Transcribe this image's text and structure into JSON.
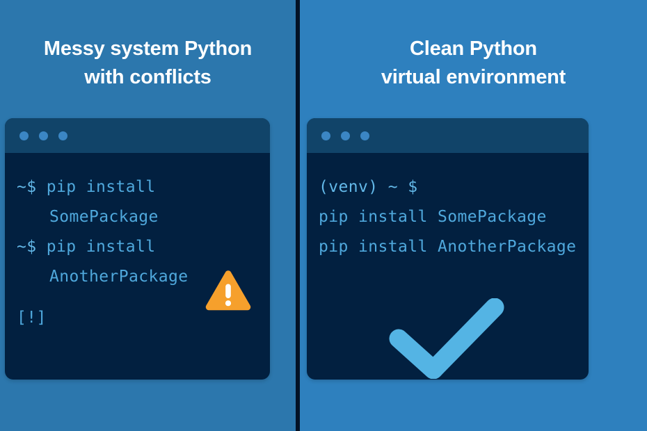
{
  "colors": {
    "panel_left_bg": "#2C77AD",
    "panel_right_bg": "#2E80BE",
    "divider": "#041226",
    "terminal_bg": "#022040",
    "terminal_titlebar": "#114469",
    "terminal_dot": "#3B86C4",
    "terminal_text": "#4FA8DC",
    "terminal_prompt": "#63B8E8",
    "warning_orange": "#F6A02C",
    "check_blue": "#54B4E4",
    "title_text": "#FFFFFF"
  },
  "left_panel": {
    "title_line1": "Messy system Python",
    "title_line2": "with conflicts",
    "terminal": {
      "dots": [
        "dot-red",
        "dot-yellow",
        "dot-green"
      ],
      "lines": [
        {
          "prompt": "~$ ",
          "command": "pip install",
          "indent": false,
          "gap": false
        },
        {
          "prompt": "",
          "command": "SomePackage",
          "indent": true,
          "gap": false
        },
        {
          "prompt": "~$ ",
          "command": "pip install",
          "indent": false,
          "gap": false
        },
        {
          "prompt": "",
          "command": "AnotherPackage",
          "indent": true,
          "gap": false
        },
        {
          "prompt": "",
          "command": "[!]",
          "indent": false,
          "gap": true
        }
      ]
    },
    "status_icon": "warning-triangle-icon"
  },
  "right_panel": {
    "title_line1": "Clean Python",
    "title_line2": "virtual environment",
    "terminal": {
      "dots": [
        "dot-red",
        "dot-yellow",
        "dot-green"
      ],
      "lines": [
        {
          "prompt": "(venv) ~ $",
          "command": "",
          "indent": false,
          "gap": false
        },
        {
          "prompt": "",
          "command": "pip install SomePackage",
          "indent": false,
          "gap": false
        },
        {
          "prompt": "",
          "command": "pip install AnotherPackage",
          "indent": false,
          "gap": false
        }
      ]
    },
    "status_icon": "check-mark-icon"
  }
}
